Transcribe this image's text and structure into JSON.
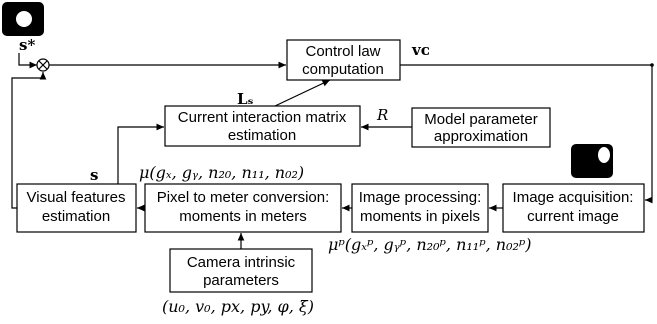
{
  "blocks": {
    "control_law": {
      "line1": "Control law",
      "line2": "computation"
    },
    "interaction_matrix": {
      "line1": "Current interaction matrix",
      "line2": "estimation"
    },
    "model_param": {
      "line1": "Model parameter",
      "line2": "approximation"
    },
    "visual_features": {
      "line1": "Visual features",
      "line2": "estimation"
    },
    "pixel_to_meter": {
      "line1": "Pixel to meter conversion:",
      "line2": "moments in meters"
    },
    "image_processing": {
      "line1": "Image processing:",
      "line2": "moments in pixels"
    },
    "image_acquisition": {
      "line1": "Image acquisition:",
      "line2": "current image"
    },
    "camera_intrinsic": {
      "line1": "Camera intrinsic",
      "line2": "parameters"
    }
  },
  "labels": {
    "s_star": "s*",
    "vc": "vᴄ",
    "Ls": "Lₛ",
    "R": "R",
    "s": "s",
    "mu": "μ(gₓ, gᵧ, n₂₀, n₁₁, n₀₂)",
    "mu_p": "μᵖ(gₓᵖ, gᵧᵖ, n₂₀ᵖ, n₁₁ᵖ, n₀₂ᵖ)",
    "intrinsics": "(u₀, v₀, px, py, φ, ξ)"
  },
  "icons": {
    "desired_image": "desired-image-icon",
    "current_image": "current-image-icon"
  },
  "colors": {
    "line": "#000000",
    "box_stroke": "#000000",
    "icon_fill": "#000000",
    "icon_blob": "#ffffff"
  }
}
